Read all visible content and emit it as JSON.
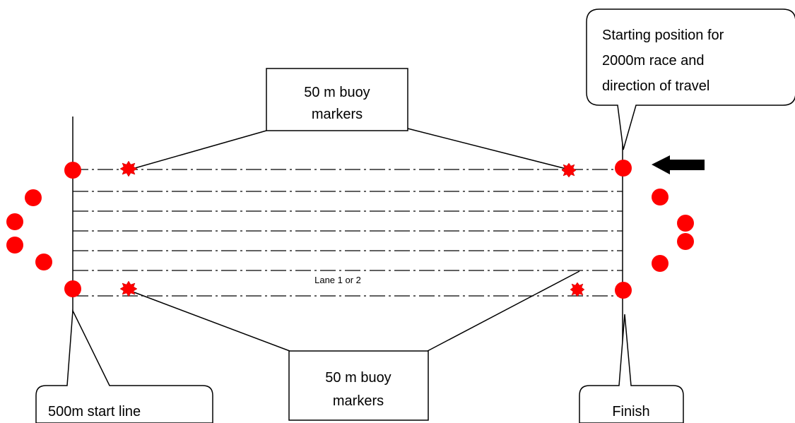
{
  "callouts": {
    "top_buoy": [
      "50 m buoy",
      "markers"
    ],
    "bottom_buoy": [
      "50 m buoy",
      "markers"
    ],
    "start_position": [
      "Starting position for",
      "2000m race and",
      "direction of travel"
    ],
    "start_line": "500m start line",
    "finish": "Finish"
  },
  "lane_label": "Lane 1 or 2",
  "colors": {
    "buoy": "#ff0000",
    "line": "#000000",
    "arrow": "#000000"
  }
}
